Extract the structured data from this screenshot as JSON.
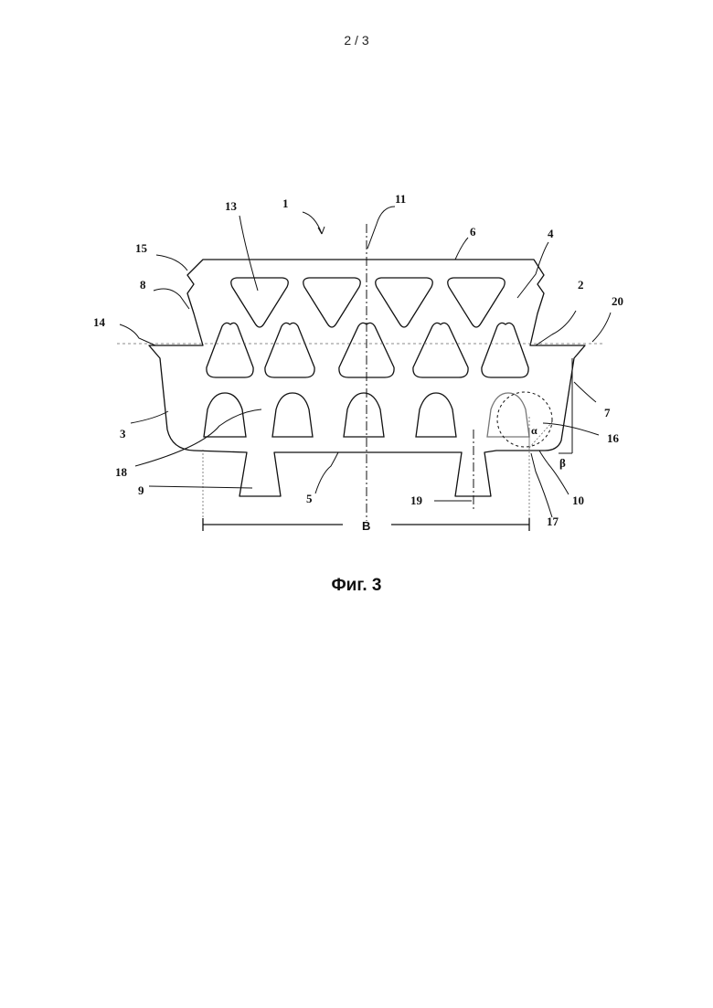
{
  "page": {
    "number": "2 / 3"
  },
  "figure": {
    "caption": "Фиг. 3",
    "dimension_label": "B",
    "angle_labels": {
      "alpha": "α",
      "beta": "β"
    },
    "labels": {
      "l1": "1",
      "l2": "2",
      "l3": "3",
      "l4": "4",
      "l5": "5",
      "l6": "6",
      "l7": "7",
      "l8": "8",
      "l9": "9",
      "l10": "10",
      "l11": "11",
      "l13": "13",
      "l14": "14",
      "l15": "15",
      "l16": "16",
      "l17": "17",
      "l18": "18",
      "l19": "19",
      "l20": "20"
    }
  }
}
